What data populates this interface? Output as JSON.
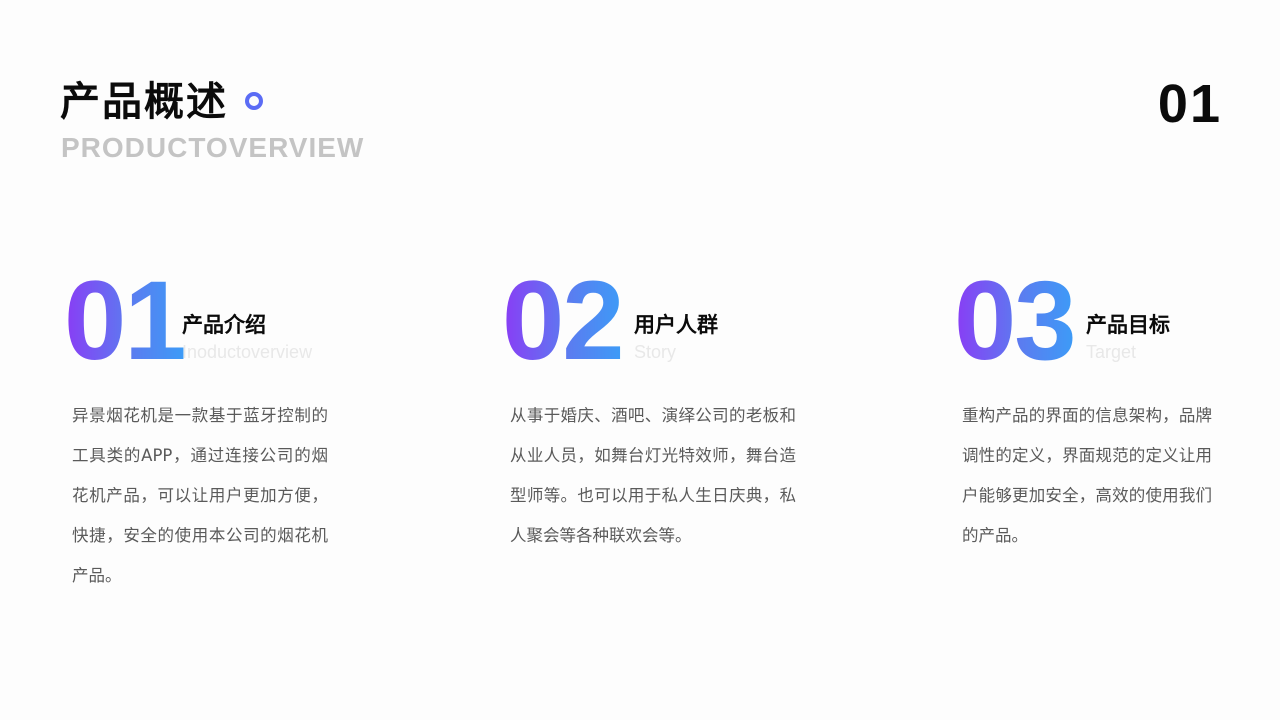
{
  "header": {
    "title": "产品概述",
    "subtitle": "PRODUCTOVERVIEW",
    "page_number": "01",
    "accent_color": "#5b6cf5"
  },
  "sections": [
    {
      "number": "01",
      "heading": "产品介绍",
      "english": "Inoductoverview",
      "body": "异景烟花机是一款基于蓝牙控制的工具类的APP，通过连接公司的烟花机产品，可以让用户更加方便，快捷，安全的使用本公司的烟花机产品。"
    },
    {
      "number": "02",
      "heading": "用户人群",
      "english": "Story",
      "body": "从事于婚庆、酒吧、演绎公司的老板和从业人员，如舞台灯光特效师，舞台造型师等。也可以用于私人生日庆典，私人聚会等各种联欢会等。"
    },
    {
      "number": "03",
      "heading": "产品目标",
      "english": "Target",
      "body": "重构产品的界面的信息架构，品牌调性的定义，界面规范的定义让用户能够更加安全，高效的使用我们的产品。"
    }
  ],
  "gradient": {
    "start": "#8a3cf5",
    "end": "#3c9cf7"
  }
}
